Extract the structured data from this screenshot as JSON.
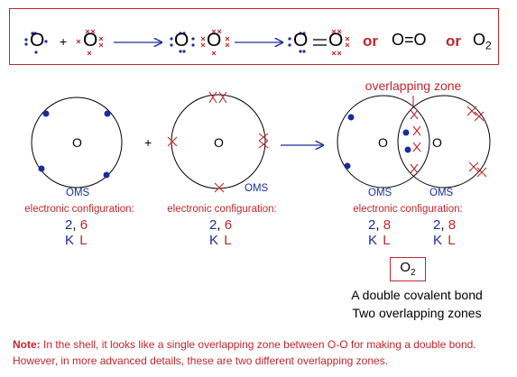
{
  "equation": {
    "atom_symbol": "O",
    "plus": "+",
    "conj_or_1": "or",
    "bond_form": "O=O",
    "conj_or_2": "or",
    "formula_base": "O",
    "formula_sub": "2"
  },
  "atoms": [
    {
      "symbol": "O",
      "oms": "OMS",
      "config_label": "electronic configuration:",
      "config_k": "2",
      "config_l": "6",
      "shell_k": "K",
      "shell_l": "L"
    },
    {
      "symbol": "O",
      "oms": "OMS",
      "config_label": "electronic configuration:",
      "config_k": "2",
      "config_l": "6",
      "shell_k": "K",
      "shell_l": "L"
    }
  ],
  "molecule": {
    "overlap_label": "overlapping zone",
    "atom_left": "O",
    "atom_right": "O",
    "config_label": "electronic configuration:",
    "oms_left": "OMS",
    "oms_right": "OMS",
    "left_k": "2",
    "left_l": "8",
    "right_k": "2",
    "right_l": "8",
    "shell_k": "K",
    "shell_l": "L",
    "formula_base": "O",
    "formula_sub": "2",
    "summary_1": "A double covalent bond",
    "summary_2": "Two overlapping zones"
  },
  "operators": {
    "plus": "+"
  },
  "note": {
    "label": "Note:",
    "text": " In the shell, it looks like a single overlapping zone between O-O for making a double bond. However, in more advanced details, these are two different overlapping zones."
  },
  "colors": {
    "red": "#c0262c",
    "blue": "#1a2d9e",
    "black": "#000000"
  }
}
